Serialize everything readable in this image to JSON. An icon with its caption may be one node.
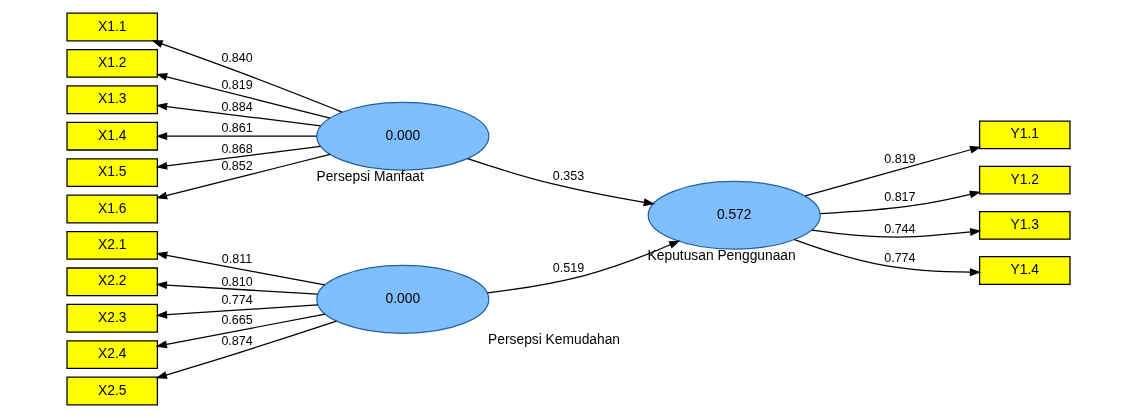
{
  "diagram": {
    "nodes": [
      {
        "text": [
          "X1.1"
        ]
      },
      {
        "text": [
          "X1.2"
        ]
      },
      {
        "text": [
          "X1.3"
        ]
      },
      {
        "text": [
          "X1.4"
        ]
      },
      {
        "text": [
          "X1.5"
        ]
      },
      {
        "text": [
          "X1.6"
        ]
      },
      {
        "text": [
          "0.000"
        ],
        "beside": [
          "Persepsi Manfaat"
        ]
      },
      {
        "text": [
          "X2.1"
        ]
      },
      {
        "text": [
          "X2.2"
        ]
      },
      {
        "text": [
          "X2.3"
        ]
      },
      {
        "text": [
          "X2.4"
        ]
      },
      {
        "text": [
          "X2.5"
        ]
      },
      {
        "text": [
          "0.000"
        ],
        "beside": [
          "Persepsi Kemudahan"
        ]
      },
      {
        "text": [
          "0.572"
        ],
        "beside": [
          "Keputusan Penggunaan"
        ]
      },
      {
        "text": [
          "Y1.1"
        ]
      },
      {
        "text": [
          "Y1.2"
        ]
      },
      {
        "text": [
          "Y1.3"
        ]
      },
      {
        "text": [
          "Y1.4"
        ]
      }
    ],
    "edges": [
      {
        "from": 6,
        "to": 0,
        "arrow": "to",
        "label": "0.840"
      },
      {
        "from": 6,
        "to": 1,
        "arrow": "to",
        "label": "0.819"
      },
      {
        "from": 6,
        "to": 2,
        "arrow": "to",
        "label": "0.884"
      },
      {
        "from": 6,
        "to": 3,
        "arrow": "to",
        "label": "0.861"
      },
      {
        "from": 6,
        "to": 4,
        "arrow": "to",
        "label": "0.868"
      },
      {
        "from": 6,
        "to": 5,
        "arrow": "to",
        "label": "0.852"
      },
      {
        "from": 12,
        "to": 7,
        "arrow": "to",
        "label": "0.811"
      },
      {
        "from": 12,
        "to": 8,
        "arrow": "to",
        "label": "0.810"
      },
      {
        "from": 12,
        "to": 9,
        "arrow": "to",
        "label": "0.774"
      },
      {
        "from": 12,
        "to": 10,
        "arrow": "to",
        "label": "0.665"
      },
      {
        "from": 12,
        "to": 11,
        "arrow": "to",
        "label": "0.874"
      },
      {
        "from": 6,
        "to": 13,
        "arrow": "to",
        "label": "0.353"
      },
      {
        "from": 12,
        "to": 13,
        "arrow": "to",
        "label": "0.519"
      },
      {
        "from": 13,
        "to": 14,
        "arrow": "to",
        "label": "0.819"
      },
      {
        "from": 13,
        "to": 15,
        "arrow": "to",
        "label": "0.817"
      },
      {
        "from": 13,
        "to": 16,
        "arrow": "to",
        "label": "0.744"
      },
      {
        "from": 13,
        "to": 17,
        "arrow": "to",
        "label": "0.774"
      }
    ]
  }
}
